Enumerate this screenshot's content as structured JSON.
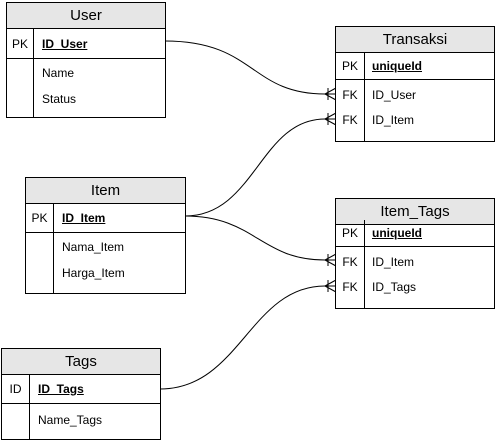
{
  "entities": {
    "user": {
      "title": "User",
      "key_label": "PK",
      "key_name": "ID_User",
      "attributes": [
        "Name",
        "Status"
      ]
    },
    "transaksi": {
      "title": "Transaksi",
      "key_label": "PK",
      "key_name": "uniqueId",
      "fk_rows": [
        {
          "label": "FK",
          "name": "ID_User"
        },
        {
          "label": "FK",
          "name": "ID_Item"
        }
      ]
    },
    "item": {
      "title": "Item",
      "key_label": "PK",
      "key_name": "ID_Item",
      "attributes": [
        "Nama_Item",
        "Harga_Item"
      ]
    },
    "item_tags": {
      "title": "Item_Tags",
      "key_label": "PK",
      "key_name": "uniqueId",
      "fk_rows": [
        {
          "label": "FK",
          "name": "ID_Item"
        },
        {
          "label": "FK",
          "name": "ID_Tags"
        }
      ]
    },
    "tags": {
      "title": "Tags",
      "key_label": "ID",
      "key_name": "ID_Tags",
      "attributes": [
        "Name_Tags"
      ]
    }
  },
  "colors": {
    "header_fill": "#e6e6e6",
    "line": "#000000"
  }
}
